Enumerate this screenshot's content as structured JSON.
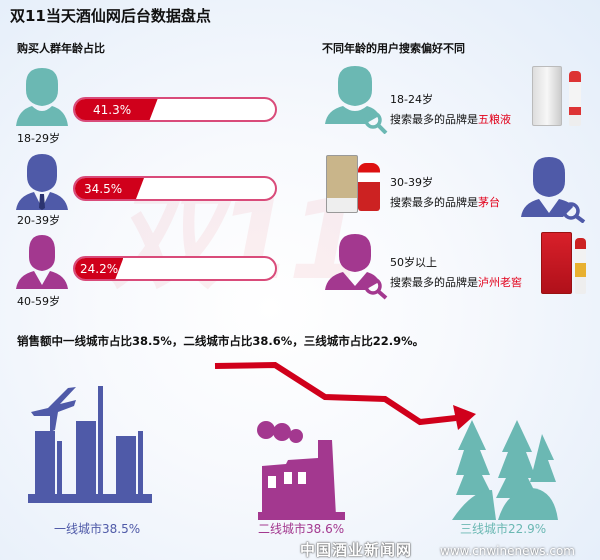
{
  "title": "双11当天酒仙网后台数据盘点",
  "background_text": "双11",
  "age_section": {
    "heading": "购买人群年龄占比",
    "groups": [
      {
        "age": "18-29岁",
        "percent_label": "41.3%",
        "percent": 41.3,
        "color": "#6bb8b3"
      },
      {
        "age": "20-39岁",
        "percent_label": "34.5%",
        "percent": 34.5,
        "color": "#4f5aa8"
      },
      {
        "age": "40-59岁",
        "percent_label": "24.2%",
        "percent": 24.2,
        "color": "#a3388f"
      }
    ]
  },
  "search_section": {
    "heading": "不同年龄的用户搜索偏好不同",
    "prefix": "搜索最多的品牌是",
    "groups": [
      {
        "age": "18-24岁",
        "brand": "五粮液"
      },
      {
        "age": "30-39岁",
        "brand": "茅台"
      },
      {
        "age": "50岁以上",
        "brand": "泸州老窖"
      }
    ]
  },
  "sales_sentence": "销售额中一线城市占比38.5%，二线城市占比38.6%，三线城市占比22.9%。",
  "cities": [
    {
      "label": "一线城市38.5%",
      "color": "#4f5aa8"
    },
    {
      "label": "二线城市38.6%",
      "color": "#a3388f"
    },
    {
      "label": "三线城市22.9%",
      "color": "#6bb8b3"
    }
  ],
  "watermark": {
    "name": "中国酒业新闻网",
    "url": "www.cnwinenews.com"
  },
  "accent": "#d0001b"
}
